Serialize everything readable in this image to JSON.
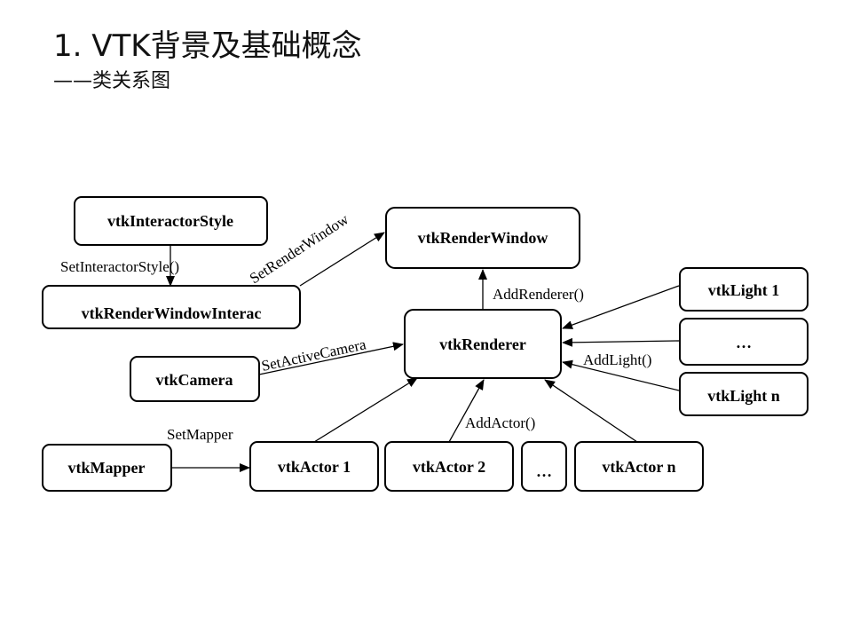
{
  "slide": {
    "title": "1. VTK背景及基础概念",
    "subtitle": "——类关系图"
  },
  "diagram": {
    "nodes": {
      "interactor_style": "vtkInteractorStyle",
      "render_window_interactor": "vtkRenderWindowInterac",
      "render_window": "vtkRenderWindow",
      "renderer": "vtkRenderer",
      "camera": "vtkCamera",
      "light_1": "vtkLight 1",
      "light_ellipsis": "…",
      "light_n": "vtkLight n",
      "mapper": "vtkMapper",
      "actor_1": "vtkActor 1",
      "actor_2": "vtkActor 2",
      "actor_ellipsis": "…",
      "actor_n": "vtkActor n"
    },
    "edge_labels": {
      "set_interactor_style": "SetInteractorStyle()",
      "set_render_window": "SetRenderWindow",
      "add_renderer": "AddRenderer()",
      "set_active_camera": "SetActiveCamera",
      "add_light": "AddLight()",
      "set_mapper": "SetMapper",
      "add_actor": "AddActor()"
    }
  }
}
